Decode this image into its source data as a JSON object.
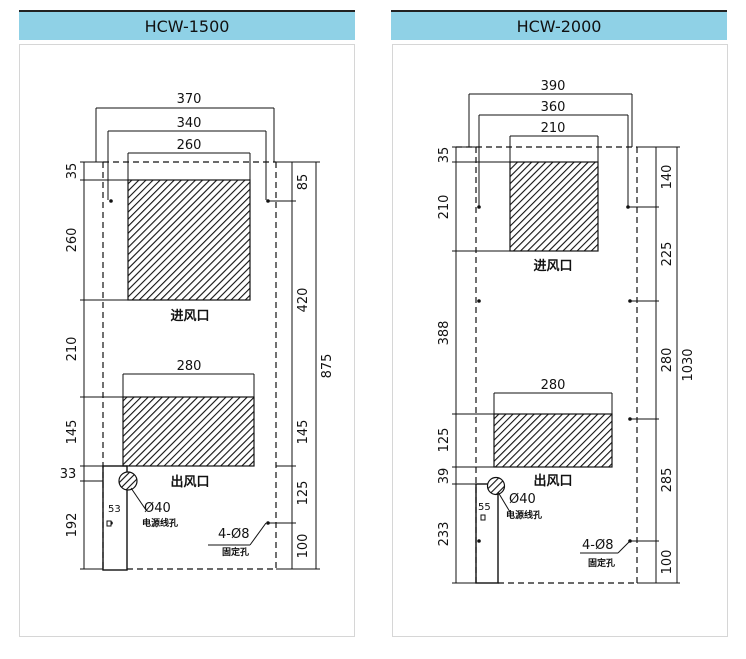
{
  "left": {
    "title": "HCW-1500",
    "dims_top": [
      "370",
      "340",
      "260"
    ],
    "dims_left": [
      "35",
      "260",
      "210",
      "145",
      "33",
      "192"
    ],
    "dims_right": [
      "85",
      "420",
      "145",
      "125",
      "100"
    ],
    "dim_total": "875",
    "dim_outlet_width": "280",
    "inlet_label": "进风口",
    "outlet_label": "出风口",
    "cable_dia": "Ø40",
    "cable_label": "电源线孔",
    "small_dim": "53",
    "mount_holes": "4-Ø8",
    "mount_label": "固定孔"
  },
  "right": {
    "title": "HCW-2000",
    "dims_top": [
      "390",
      "360",
      "210"
    ],
    "dims_left": [
      "35",
      "210",
      "388",
      "125",
      "39",
      "233"
    ],
    "dims_right": [
      "140",
      "225",
      "280",
      "285",
      "100"
    ],
    "dim_total": "1030",
    "dim_outlet_width": "280",
    "inlet_label": "进风口",
    "outlet_label": "出风口",
    "cable_dia": "Ø40",
    "cable_label": "电源线孔",
    "small_dim": "55",
    "mount_holes": "4-Ø8",
    "mount_label": "固定孔"
  }
}
